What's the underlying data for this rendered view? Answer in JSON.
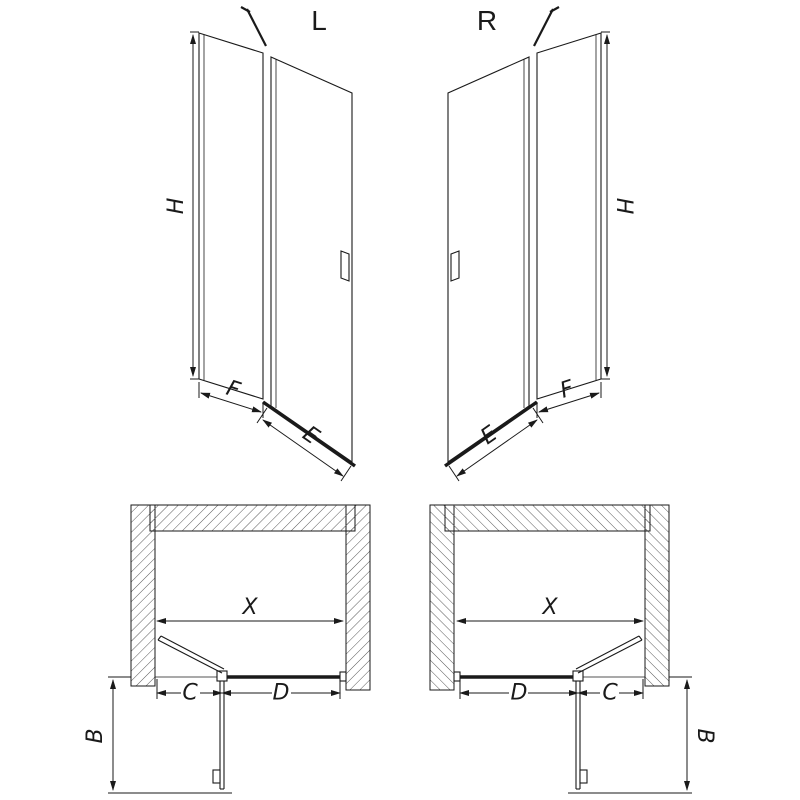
{
  "views": {
    "left": {
      "label": "L"
    },
    "right": {
      "label": "R"
    }
  },
  "dimensions": {
    "height": "H",
    "fixed_panel_width": "F",
    "door_panel_width": "E",
    "opening_width": "X",
    "door_section_width": "C",
    "fixed_section_width": "D",
    "door_swing_depth": "B"
  },
  "colors": {
    "line": "#1a1a1a",
    "hatch": "#5a5a5a",
    "background": "#ffffff"
  }
}
